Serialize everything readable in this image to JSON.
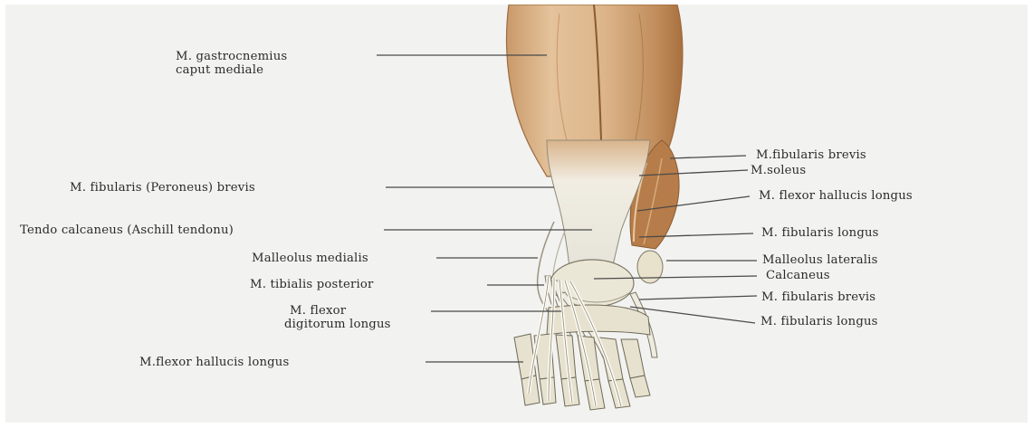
{
  "labels": {
    "gastrocnemius": {
      "line1": "M. gastrocnemius",
      "line2": "caput mediale"
    },
    "fibularis_peroneus_brevis": "M. fibularis (Peroneus) brevis",
    "tendo_calcaneus": "Tendo calcaneus (Aschill tendonu)",
    "malleolus_medialis": "Malleolus medialis",
    "tibialis_posterior": "M. tibialis posterior",
    "flexor_digitorum": {
      "line1": "M. flexor",
      "line2": "digitorum longus"
    },
    "flexor_hallucis_left": "M.flexor hallucis longus",
    "fibularis_brevis_top": "M.fibularis brevis",
    "soleus": "M.soleus",
    "flexor_hallucis_right": "M. flexor hallucis longus",
    "fibularis_longus_top": "M. fibularis longus",
    "malleolus_lateralis": "Malleolus lateralis",
    "calcaneus": "Calcaneus",
    "fibularis_brevis_bottom": "M. fibularis brevis",
    "fibularis_longus_bottom": "M. fibularis longus"
  },
  "colors": {
    "background": "#f2f2f0",
    "muscle": "#d9b48c",
    "muscle_shadow": "#b8875a",
    "tendon": "#e8e6dc",
    "bone": "#e6e2cf",
    "leader_line": "#4a4a4a"
  }
}
